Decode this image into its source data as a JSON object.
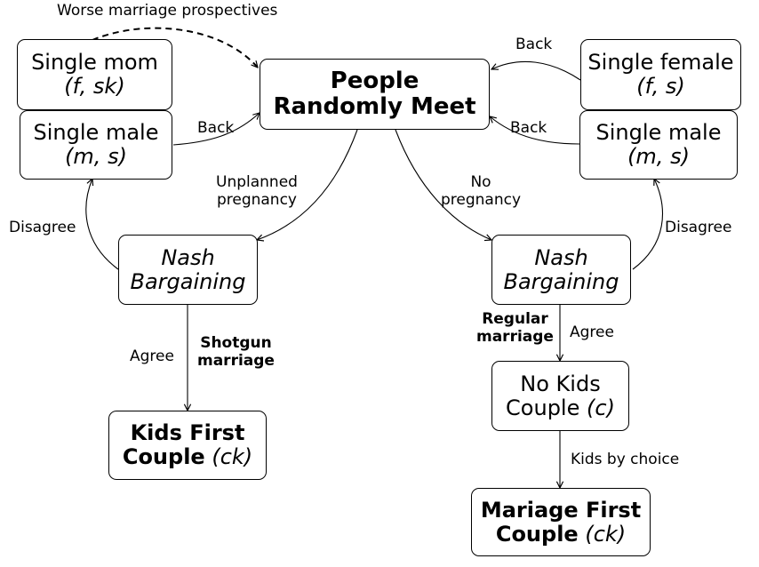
{
  "nodes": {
    "people": {
      "line1": "People",
      "line2": "Randomly Meet"
    },
    "single_mom": {
      "line1": "Single mom",
      "vars": "(f, sk)"
    },
    "single_male_left": {
      "line1": "Single male",
      "vars": "(m, s)"
    },
    "single_female": {
      "line1": "Single female",
      "vars": "(f, s)"
    },
    "single_male_right": {
      "line1": "Single male",
      "vars": "(m, s)"
    },
    "nash_left": {
      "line1": "Nash",
      "line2": "Bargaining"
    },
    "nash_right": {
      "line1": "Nash",
      "line2": "Bargaining"
    },
    "kids_first": {
      "line1": "Kids First",
      "line2_bold": "Couple",
      "vars": "(ck)"
    },
    "no_kids": {
      "line1": "No Kids",
      "line2": "Couple",
      "vars": "(c)"
    },
    "mariage_first": {
      "line1": "Mariage First",
      "line2_bold": "Couple",
      "vars": "(ck)"
    }
  },
  "edge_labels": {
    "worse_marriage": "Worse marriage prospectives",
    "back_left": "Back",
    "back_right_top": "Back",
    "back_right_bottom": "Back",
    "unplanned_1": "Unplanned",
    "unplanned_2": "pregnancy",
    "no_preg_1": "No",
    "no_preg_2": "pregnancy",
    "disagree_left": "Disagree",
    "disagree_right": "Disagree",
    "agree_left": "Agree",
    "shotgun_1": "Shotgun",
    "shotgun_2": "marriage",
    "regular_1": "Regular",
    "regular_2": "marriage",
    "agree_right": "Agree",
    "kids_by_choice": "Kids by choice"
  }
}
